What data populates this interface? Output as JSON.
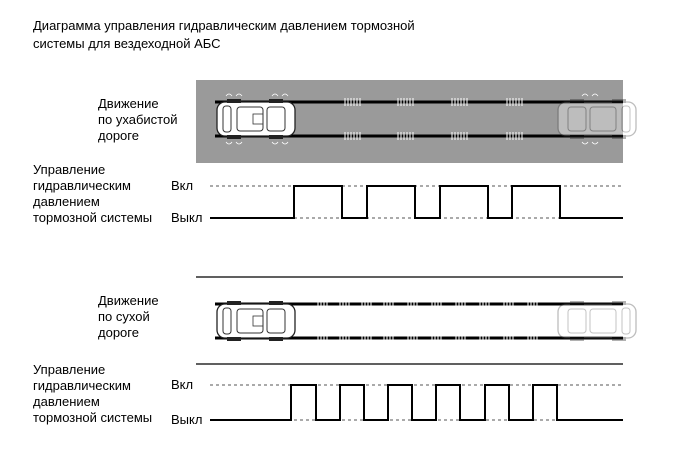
{
  "title": {
    "line1": "Диаграмма управления гидравлическим давлением тормозной",
    "line2": "системы для вездеходной АБС"
  },
  "sections": [
    {
      "road_label": [
        "Движение",
        "по ухабистой",
        "дороге"
      ],
      "control_label": [
        "Управление",
        "гидравлическим",
        "давлением",
        "тормозной системы"
      ],
      "on_label": "Вкл",
      "off_label": "Выкл",
      "road_type": "rough",
      "signal_states": [
        "off",
        "on",
        "off",
        "on",
        "off",
        "on",
        "off",
        "on",
        "off"
      ],
      "signal_durations_ms": null
    },
    {
      "road_label": [
        "Движение",
        "по сухой",
        "дороге"
      ],
      "control_label": [
        "Управление",
        "гидравлическим",
        "давлением",
        "тормозной системы"
      ],
      "on_label": "Вкл",
      "off_label": "Выкл",
      "road_type": "dry",
      "signal_states": [
        "off",
        "on",
        "off",
        "on",
        "off",
        "on",
        "off",
        "on",
        "off",
        "on",
        "off",
        "on",
        "off"
      ],
      "signal_durations_ms": null
    }
  ],
  "colors": {
    "road_rough_bg": "#9a9a9a",
    "signal": "#000000",
    "dashed_level": "#555555"
  },
  "icons": [
    "car-icon",
    "tire-track-icon"
  ]
}
